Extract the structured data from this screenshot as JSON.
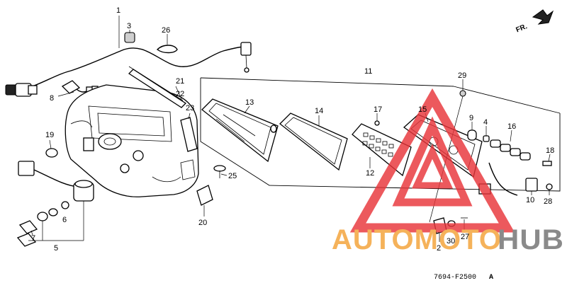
{
  "diagram": {
    "callouts": [
      {
        "id": "c1",
        "text": "1"
      },
      {
        "id": "c2",
        "text": "2"
      },
      {
        "id": "c3",
        "text": "3"
      },
      {
        "id": "c4",
        "text": "4"
      },
      {
        "id": "c5",
        "text": "5"
      },
      {
        "id": "c6",
        "text": "6"
      },
      {
        "id": "c7",
        "text": "7"
      },
      {
        "id": "c8",
        "text": "8"
      },
      {
        "id": "c9",
        "text": "9"
      },
      {
        "id": "c10",
        "text": "10"
      },
      {
        "id": "c11",
        "text": "11"
      },
      {
        "id": "c12",
        "text": "12"
      },
      {
        "id": "c13",
        "text": "13"
      },
      {
        "id": "c14",
        "text": "14"
      },
      {
        "id": "c15",
        "text": "15"
      },
      {
        "id": "c16",
        "text": "16"
      },
      {
        "id": "c17",
        "text": "17"
      },
      {
        "id": "c18",
        "text": "18"
      },
      {
        "id": "c19",
        "text": "19"
      },
      {
        "id": "c20",
        "text": "20"
      },
      {
        "id": "c21",
        "text": "21"
      },
      {
        "id": "c22",
        "text": "22"
      },
      {
        "id": "c23",
        "text": "23"
      },
      {
        "id": "c25",
        "text": "25"
      },
      {
        "id": "c26",
        "text": "26"
      },
      {
        "id": "c27",
        "text": "27"
      },
      {
        "id": "c28",
        "text": "28"
      },
      {
        "id": "c29",
        "text": "29"
      },
      {
        "id": "c30",
        "text": "30"
      }
    ],
    "direction_label": "FR.",
    "diagram_code": "7694-F2500",
    "diagram_code_suffix": "A"
  },
  "watermark": {
    "part1": "AUTOMOTO",
    "part2": "HUB",
    "color_part1": "#f5b25a",
    "color_part2": "#8a8a8a",
    "triangle_color": "#e8353a"
  }
}
